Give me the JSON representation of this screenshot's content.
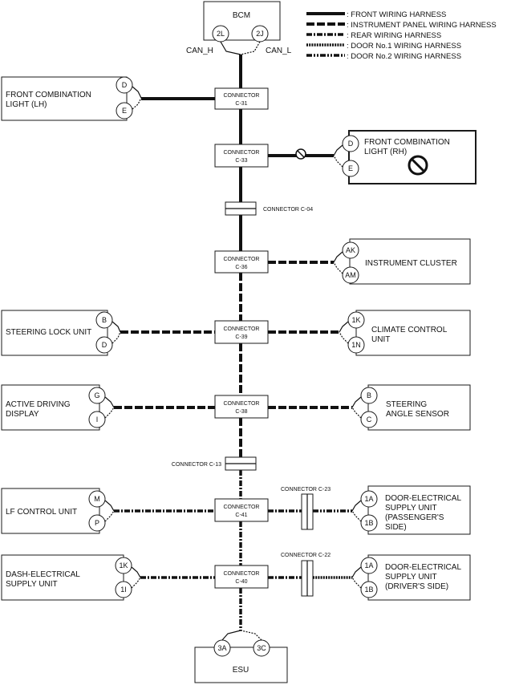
{
  "legend": [
    {
      "style": "front",
      "label": ": FRONT WIRING HARNESS"
    },
    {
      "style": "ip",
      "label": ": INSTRUMENT PANEL WIRING HARNESS"
    },
    {
      "style": "rear",
      "label": ": REAR WIRING HARNESS"
    },
    {
      "style": "door1",
      "label": ": DOOR No.1 WIRING HARNESS"
    },
    {
      "style": "door2",
      "label": ": DOOR No.2 WIRING HARNESS"
    }
  ],
  "bcm": {
    "label": "BCM",
    "pin_h": "2L",
    "pin_l": "2J",
    "can_h": "CAN_H",
    "can_l": "CAN_L"
  },
  "esu": {
    "label": "ESU",
    "pin_1": "3A",
    "pin_2": "3C"
  },
  "junctions": {
    "c31": {
      "l1": "CONNECTOR",
      "l2": "C-31"
    },
    "c33": {
      "l1": "CONNECTOR",
      "l2": "C-33"
    },
    "c36": {
      "l1": "CONNECTOR",
      "l2": "C-36"
    },
    "c39": {
      "l1": "CONNECTOR",
      "l2": "C-39"
    },
    "c38": {
      "l1": "CONNECTOR",
      "l2": "C-38"
    },
    "c41": {
      "l1": "CONNECTOR",
      "l2": "C-41"
    },
    "c40": {
      "l1": "CONNECTOR",
      "l2": "C-40"
    }
  },
  "inline_connectors": {
    "c04": "CONNECTOR C-04",
    "c13": "CONNECTOR C-13",
    "c23": "CONNECTOR C-23",
    "c22": "CONNECTOR C-22"
  },
  "modules": {
    "fcl_lh": {
      "line1": "FRONT COMBINATION",
      "line2": "LIGHT (LH)",
      "pin1": "D",
      "pin2": "E"
    },
    "fcl_rh": {
      "line1": "FRONT COMBINATION",
      "line2": "LIGHT (RH)",
      "pin1": "D",
      "pin2": "E"
    },
    "instrument_cluster": {
      "line1": "INSTRUMENT CLUSTER",
      "pin1": "AK",
      "pin2": "AM"
    },
    "steering_lock": {
      "line1": "STEERING LOCK UNIT",
      "pin1": "B",
      "pin2": "D"
    },
    "climate_control": {
      "line1": "CLIMATE CONTROL",
      "line2": "UNIT",
      "pin1": "1K",
      "pin2": "1N"
    },
    "active_driving_display": {
      "line1": "ACTIVE DRIVING",
      "line2": "DISPLAY",
      "pin1": "G",
      "pin2": "I"
    },
    "steering_angle": {
      "line1": "STEERING",
      "line2": "ANGLE SENSOR",
      "pin1": "B",
      "pin2": "C"
    },
    "lf_control": {
      "line1": "LF CONTROL UNIT",
      "pin1": "M",
      "pin2": "P"
    },
    "desu_passenger": {
      "line1": "DOOR-ELECTRICAL",
      "line2": "SUPPLY UNIT",
      "line3": "(PASSENGER'S",
      "line4": "SIDE)",
      "pin1": "1A",
      "pin2": "1B"
    },
    "dash_esu": {
      "line1": "DASH-ELECTRICAL",
      "line2": "SUPPLY UNIT",
      "pin1": "1K",
      "pin2": "1I"
    },
    "desu_driver": {
      "line1": "DOOR-ELECTRICAL",
      "line2": "SUPPLY UNIT",
      "line3": "(DRIVER'S SIDE)",
      "pin1": "1A",
      "pin2": "1B"
    }
  }
}
